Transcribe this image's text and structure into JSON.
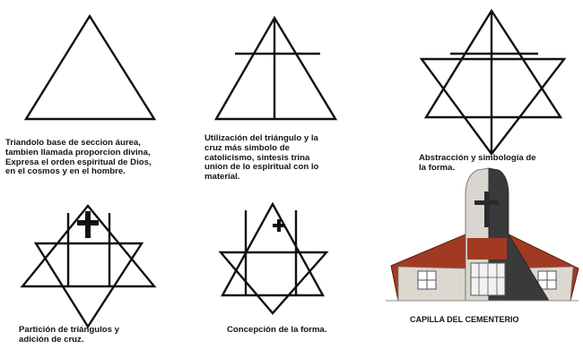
{
  "captions": {
    "c1": [
      "Triandolo base de seccion áurea,",
      "tambien llamada proporcion divina,",
      "Expresa el orden espiritual de Dios,",
      "en el cosmos y en el hombre."
    ],
    "c2": [
      "Utilización del triángulo y la",
      "cruz más simbolo de",
      "catolicismo, sintesis trina",
      "union de lo espiritual con lo",
      "material."
    ],
    "c3": [
      "Abstracción y simbología de",
      "la forma."
    ],
    "c4": [
      "Partición de triángulos y",
      "adición de cruz."
    ],
    "c5": [
      "Concepción de la forma."
    ],
    "c6": [
      "CAPILLA DEL CEMENTERIO"
    ]
  },
  "colors": {
    "line": "#111111",
    "roof": "#a23a23",
    "wall": "#d9d6d0",
    "dark": "#3a3a3a"
  }
}
